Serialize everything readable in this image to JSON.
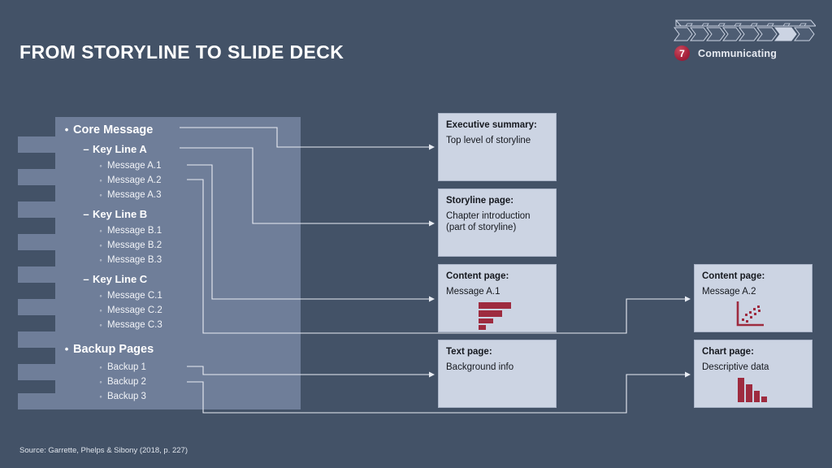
{
  "slide": {
    "title": "FROM STORYLINE TO SLIDE DECK",
    "source": "Source: Garrette, Phelps & Sibony (2018, p. 227)",
    "background_color": "#435267",
    "panel_color": "#6f7e99",
    "box_color": "#ccd4e3",
    "accent_color": "#9e2b3f"
  },
  "progress": {
    "badge_number": "7",
    "phase_label": "Communicating",
    "total_steps": 8,
    "active_step": 7,
    "badge_color": "#a5203a",
    "active_segment_color": "#ccd4e3",
    "segment_color": "#4e5d73"
  },
  "outline": {
    "items": [
      {
        "level": 1,
        "marker": "•",
        "label": "Core Message"
      },
      {
        "level": 2,
        "marker": "–",
        "label": "Key Line A"
      },
      {
        "level": 3,
        "marker": "◦",
        "label": "Message A.1"
      },
      {
        "level": 3,
        "marker": "◦",
        "label": "Message A.2"
      },
      {
        "level": 3,
        "marker": "◦",
        "label": "Message A.3"
      },
      {
        "level": 2,
        "marker": "–",
        "label": "Key Line B"
      },
      {
        "level": 3,
        "marker": "◦",
        "label": "Message B.1"
      },
      {
        "level": 3,
        "marker": "◦",
        "label": "Message B.2"
      },
      {
        "level": 3,
        "marker": "◦",
        "label": "Message B.3"
      },
      {
        "level": 2,
        "marker": "–",
        "label": "Key Line C"
      },
      {
        "level": 3,
        "marker": "◦",
        "label": "Message C.1"
      },
      {
        "level": 3,
        "marker": "◦",
        "label": "Message C.2"
      },
      {
        "level": 3,
        "marker": "◦",
        "label": "Message C.3"
      },
      {
        "level": 1,
        "marker": "•",
        "label": "Backup Pages"
      },
      {
        "level": 3,
        "marker": "◦",
        "label": "Backup 1"
      },
      {
        "level": 3,
        "marker": "◦",
        "label": "Backup 2"
      },
      {
        "level": 3,
        "marker": "◦",
        "label": "Backup 3"
      }
    ]
  },
  "pages": [
    {
      "id": "executive-summary",
      "title": "Executive summary:",
      "body": "Top level of storyline",
      "icon": "none",
      "source_item": "Core Message"
    },
    {
      "id": "storyline-page",
      "title": "Storyline page:",
      "body": "Chapter introduction\n(part of storyline)",
      "icon": "none",
      "source_item": "Key Line A"
    },
    {
      "id": "content-page-a1",
      "title": "Content page:",
      "body": "Message A.1",
      "icon": "horizontal-bar-chart-icon",
      "source_item": "Message A.1"
    },
    {
      "id": "text-page",
      "title": "Text page:",
      "body": "Background info",
      "icon": "none",
      "source_item": "Backup 1"
    },
    {
      "id": "content-page-a2",
      "title": "Content page:",
      "body": "Message A.2",
      "icon": "scatter-plot-icon",
      "source_item": "Message A.2"
    },
    {
      "id": "chart-page",
      "title": "Chart page:",
      "body": "Descriptive data",
      "icon": "vertical-bar-chart-icon",
      "source_item": "Backup 2"
    }
  ]
}
